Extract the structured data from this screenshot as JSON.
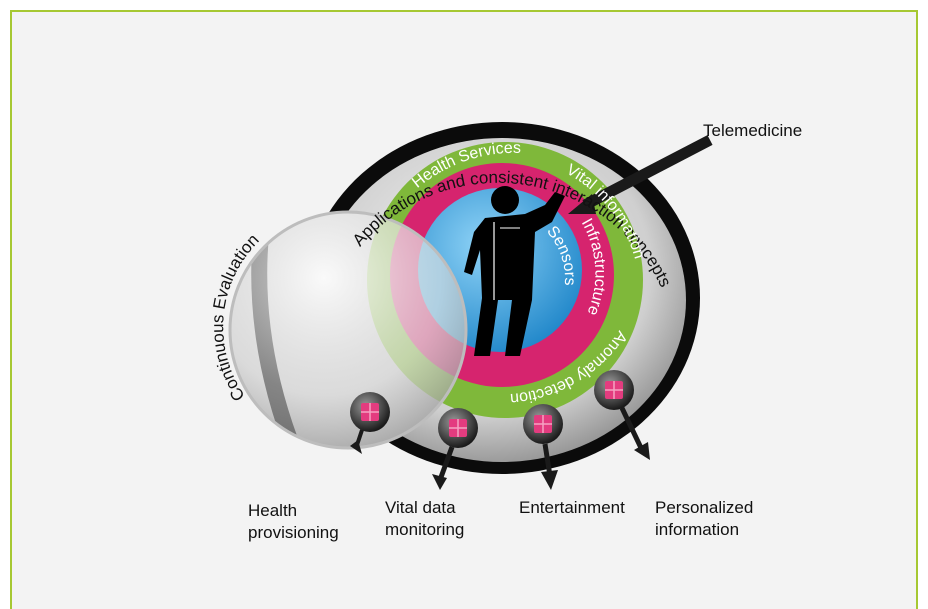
{
  "rings": {
    "outer": "Applications and consistent interaction concepts",
    "green_top": "Health Services",
    "green_right": "Vital information",
    "green_bottom": "Anomaly detection",
    "magenta": "Infrastructure",
    "blue": "Sensors"
  },
  "lens_label": "Continuous Evaluation",
  "callout": "Telemedicine",
  "outputs": [
    {
      "line1": "Health",
      "line2": "provisioning"
    },
    {
      "line1": "Vital data",
      "line2": "monitoring"
    },
    {
      "line1": "Entertainment",
      "line2": ""
    },
    {
      "line1": "Personalized",
      "line2": "information"
    }
  ],
  "colors": {
    "frame": "#a6c832",
    "green_ring": "#7fb83a",
    "magenta_ring": "#d6246e",
    "blue_core": "#3ea7e0",
    "outer_ring": "#d4d4d4"
  }
}
